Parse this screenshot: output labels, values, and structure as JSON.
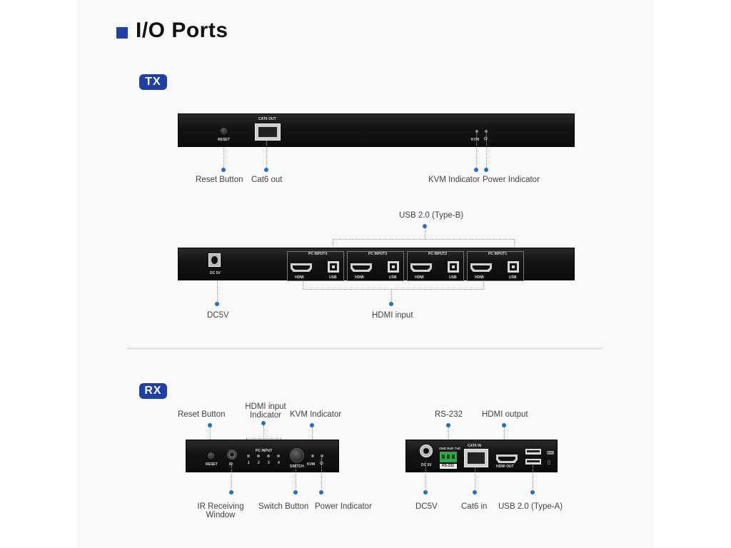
{
  "page": {
    "title": "I/O Ports",
    "accent_color": "#1f3fa8",
    "callout_dot_color": "#1f6fd0"
  },
  "tx": {
    "badge": "TX",
    "front": {
      "printed": {
        "reset": "RESET",
        "cat6_out": "CAT6 OUT",
        "kvm": "KVM"
      },
      "labels": {
        "reset_button": "Reset Button",
        "cat6_out": "Cat6 out",
        "kvm_indicator": "KVM Indicator",
        "power_indicator": "Power Indicator"
      }
    },
    "rear": {
      "printed": {
        "dc": "DC 5V",
        "pc_inputs": [
          "PC INPUT4",
          "PC INPUT3",
          "PC INPUT2",
          "PC INPUT1"
        ],
        "hdmi": "HDMI",
        "usb": "USB"
      },
      "labels": {
        "usb_type_b": "USB 2.0 (Type-B)",
        "dc5v": "DC5V",
        "hdmi_input": "HDMI input"
      }
    }
  },
  "rx": {
    "badge": "RX",
    "front": {
      "printed": {
        "reset": "RESET",
        "ir": "IR",
        "pc_input": "PC INPUT",
        "nums": [
          "1",
          "2",
          "3",
          "4"
        ],
        "switch": "SWITCH",
        "kvm": "KVM"
      },
      "labels": {
        "reset_button": "Reset Button",
        "hdmi_input_indicator": "HDMI input Indicator",
        "kvm_indicator": "KVM Indicator",
        "ir_window": "IR Receiving Window",
        "switch_button": "Switch Button",
        "power_indicator": "Power Indicator"
      }
    },
    "rear": {
      "printed": {
        "dc": "DC 5V",
        "rs232_pins": "GND RxD TxD",
        "rs232": "RS-232",
        "cat6_in": "CAT6 IN",
        "hdmi_out": "HDMI OUT"
      },
      "labels": {
        "rs232": "RS-232",
        "hdmi_output": "HDMI output",
        "dc5v": "DC5V",
        "cat6_in": "Cat6 in",
        "usb_type_a": "USB 2.0 (Type-A)"
      }
    }
  }
}
